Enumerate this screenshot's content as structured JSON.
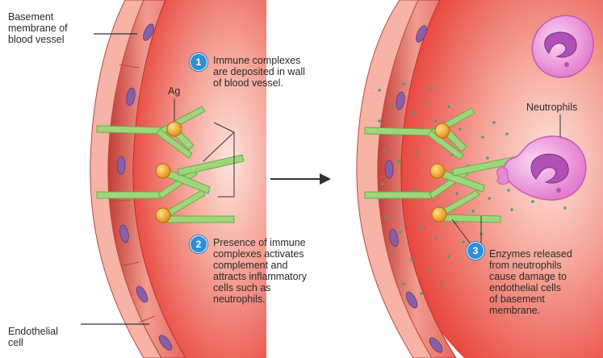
{
  "labels": {
    "basement_membrane": "Basement\nmembrane of\nblood vessel",
    "endothelial_cell": "Endothelial\ncell",
    "antigen": "Ag",
    "neutrophils": "Neutrophils"
  },
  "steps": [
    {
      "number": "1",
      "text": "Immune complexes\nare deposited in wall\nof blood vessel."
    },
    {
      "number": "2",
      "text": "Presence of immune\ncomplexes activates\ncomplement and\nattracts inflammatory\ncells such as\nneutrophils."
    },
    {
      "number": "3",
      "text": "Enzymes released\nfrom neutrophils\ncause damage to\nendothelial cells\nof basement\nmembrane."
    }
  ],
  "colors": {
    "vessel_lumen": "#e8473f",
    "vessel_wall": "#f08a80",
    "nucleus": "#8a5fa8",
    "antibody": "#9fd67a",
    "antigen": "#f4a21c",
    "neutrophil": "#e58ad6",
    "enzyme_dots": "#4a9c7e",
    "step_badge": "#2f8fd6"
  }
}
